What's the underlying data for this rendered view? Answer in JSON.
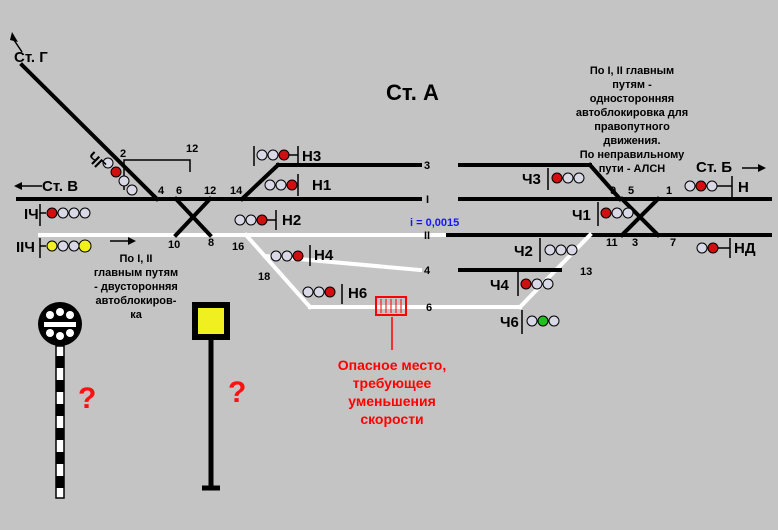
{
  "station_title": "Ст. А",
  "directions": {
    "g": "Ст. Г",
    "v": "Ст. В",
    "b": "Ст. Б"
  },
  "signals": {
    "ch_g": "ЧГ",
    "n3": "Н3",
    "n1": "Н1",
    "n2": "Н2",
    "n4": "Н4",
    "n6": "Н6",
    "ch3": "Ч3",
    "ch1": "Ч1",
    "ch2": "Ч2",
    "ch4": "Ч4",
    "ch6": "Ч6",
    "n": "Н",
    "nd": "НД",
    "i_ch": "IЧ",
    "ii_ch": "IIЧ"
  },
  "tracks": {
    "t1": "I",
    "t2": "II",
    "t3": "3",
    "t4": "4",
    "t6": "6"
  },
  "switches": {
    "s1": "1",
    "s2": "2",
    "s3": "3",
    "s4": "4",
    "s5": "5",
    "s6": "6",
    "s7": "7",
    "s8": "8",
    "s9": "9",
    "s10": "10",
    "s11": "11",
    "s12a": "12",
    "s12b": "12",
    "s13": "13",
    "s14": "14",
    "s16": "16",
    "s18": "18"
  },
  "grade": "i = 0,0015",
  "note_right": [
    "По I, II главным",
    "путям -",
    "односторонняя",
    "автоблокировка для",
    "правопутного",
    "движения.",
    "По неправильному",
    "пути - АЛСН"
  ],
  "note_left": [
    "По I,  II",
    "главным путям",
    "- двусторонняя",
    "автоблокиров-",
    "ка"
  ],
  "danger_text": [
    "Опасное место,",
    "требующее",
    "уменьшения",
    "скорости"
  ],
  "question_mark": "?",
  "colors": {
    "background": "#c4c4c4",
    "white_track": "#ffffff",
    "lamp_off": "#d8d8e6",
    "lamp_red": "#d01010",
    "lamp_yellow": "#f0f020",
    "lamp_green": "#20c020",
    "annotation_red": "#ff0000",
    "grade_blue": "#1414ff"
  }
}
